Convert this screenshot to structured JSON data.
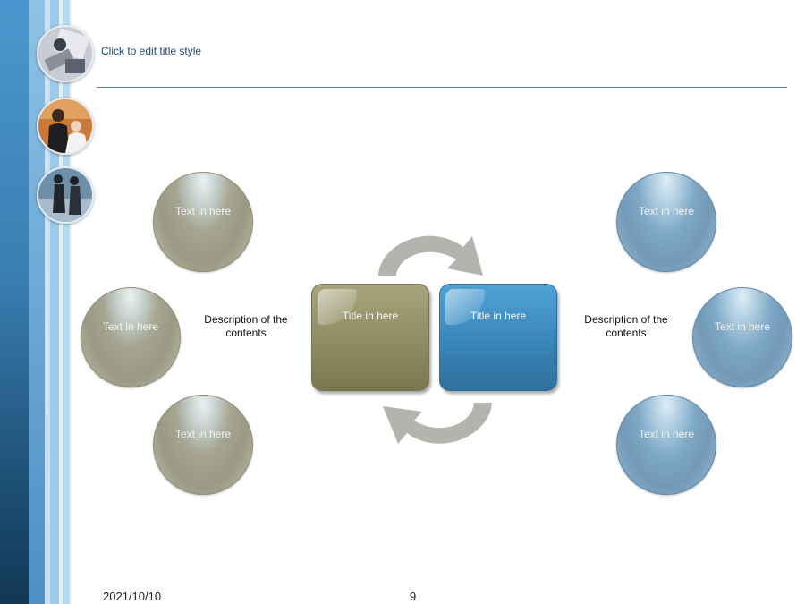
{
  "slide": {
    "title": "Click to edit title style",
    "footer_date": "2021/10/10",
    "page_number": "9"
  },
  "left_group": {
    "spheres": [
      "Text in here",
      "Text in here",
      "Text in here"
    ],
    "description": "Description of the contents",
    "box_title": "Title in here"
  },
  "right_group": {
    "spheres": [
      "Text in here",
      "Text in here",
      "Text in here"
    ],
    "description": "Description of the contents",
    "box_title": "Title in here"
  },
  "colors": {
    "olive": "#9a9983",
    "blue": "#4f8fbf",
    "arrow_gray": "#b3b4ad",
    "title_text": "#1e4a7a"
  }
}
